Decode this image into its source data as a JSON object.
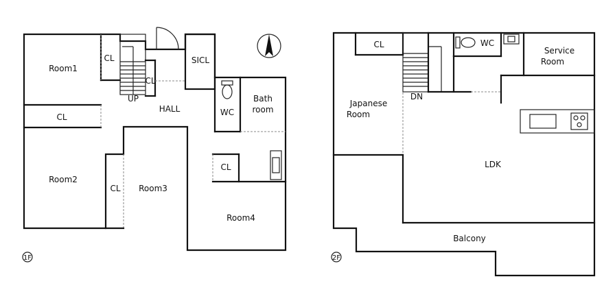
{
  "floor1": {
    "marker": "1F",
    "labels": {
      "room1": "Room1",
      "cl_top": "CL",
      "cl_stair": "CL",
      "up": "UP",
      "sicl": "SICL",
      "hall": "HALL",
      "wc": "WC",
      "bath_1": "Bath",
      "bath_2": "room",
      "cl_mid": "CL",
      "room2": "Room2",
      "cl_room3": "CL",
      "room3": "Room3",
      "cl_room4": "CL",
      "room4": "Room4"
    }
  },
  "floor2": {
    "marker": "2F",
    "labels": {
      "cl": "CL",
      "wc": "WC",
      "service_1": "Service",
      "service_2": "Room",
      "japanese_1": "Japanese",
      "japanese_2": "Room",
      "dn": "DN",
      "ldk": "LDK",
      "balcony": "Balcony"
    }
  },
  "icons": [
    "north-arrow-icon",
    "toilet-icon",
    "bathtub-icon",
    "sink-icon",
    "stove-icon",
    "door-swing-icon",
    "staircase-icon"
  ]
}
